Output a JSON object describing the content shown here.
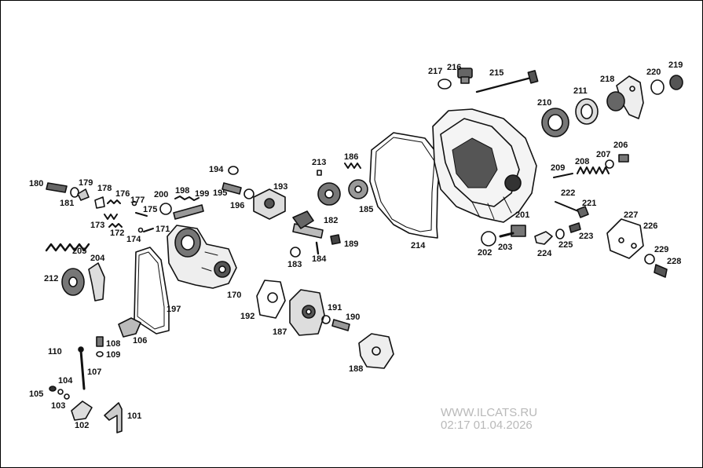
{
  "watermark": {
    "site": "WWW.ILCATS.RU",
    "timestamp": "02:17 01.04.2026"
  },
  "labels": [
    "217",
    "216",
    "215",
    "210",
    "211",
    "218",
    "220",
    "219",
    "206",
    "207",
    "208",
    "209",
    "222",
    "221",
    "223",
    "227",
    "226",
    "229",
    "228",
    "201",
    "202",
    "203",
    "224",
    "225",
    "214",
    "213",
    "186",
    "185",
    "182",
    "189",
    "184",
    "183",
    "194",
    "193",
    "195",
    "196",
    "200",
    "198",
    "199",
    "180",
    "179",
    "181",
    "178",
    "176",
    "177",
    "175",
    "173",
    "172",
    "174",
    "171",
    "205",
    "204",
    "212",
    "170",
    "197",
    "192",
    "187",
    "191",
    "190",
    "188",
    "110",
    "108",
    "109",
    "107",
    "106",
    "105",
    "104",
    "103",
    "102",
    "101"
  ],
  "colors": {
    "ink": "#111111",
    "watermark": "#b9b9b9",
    "background": "#ffffff"
  }
}
